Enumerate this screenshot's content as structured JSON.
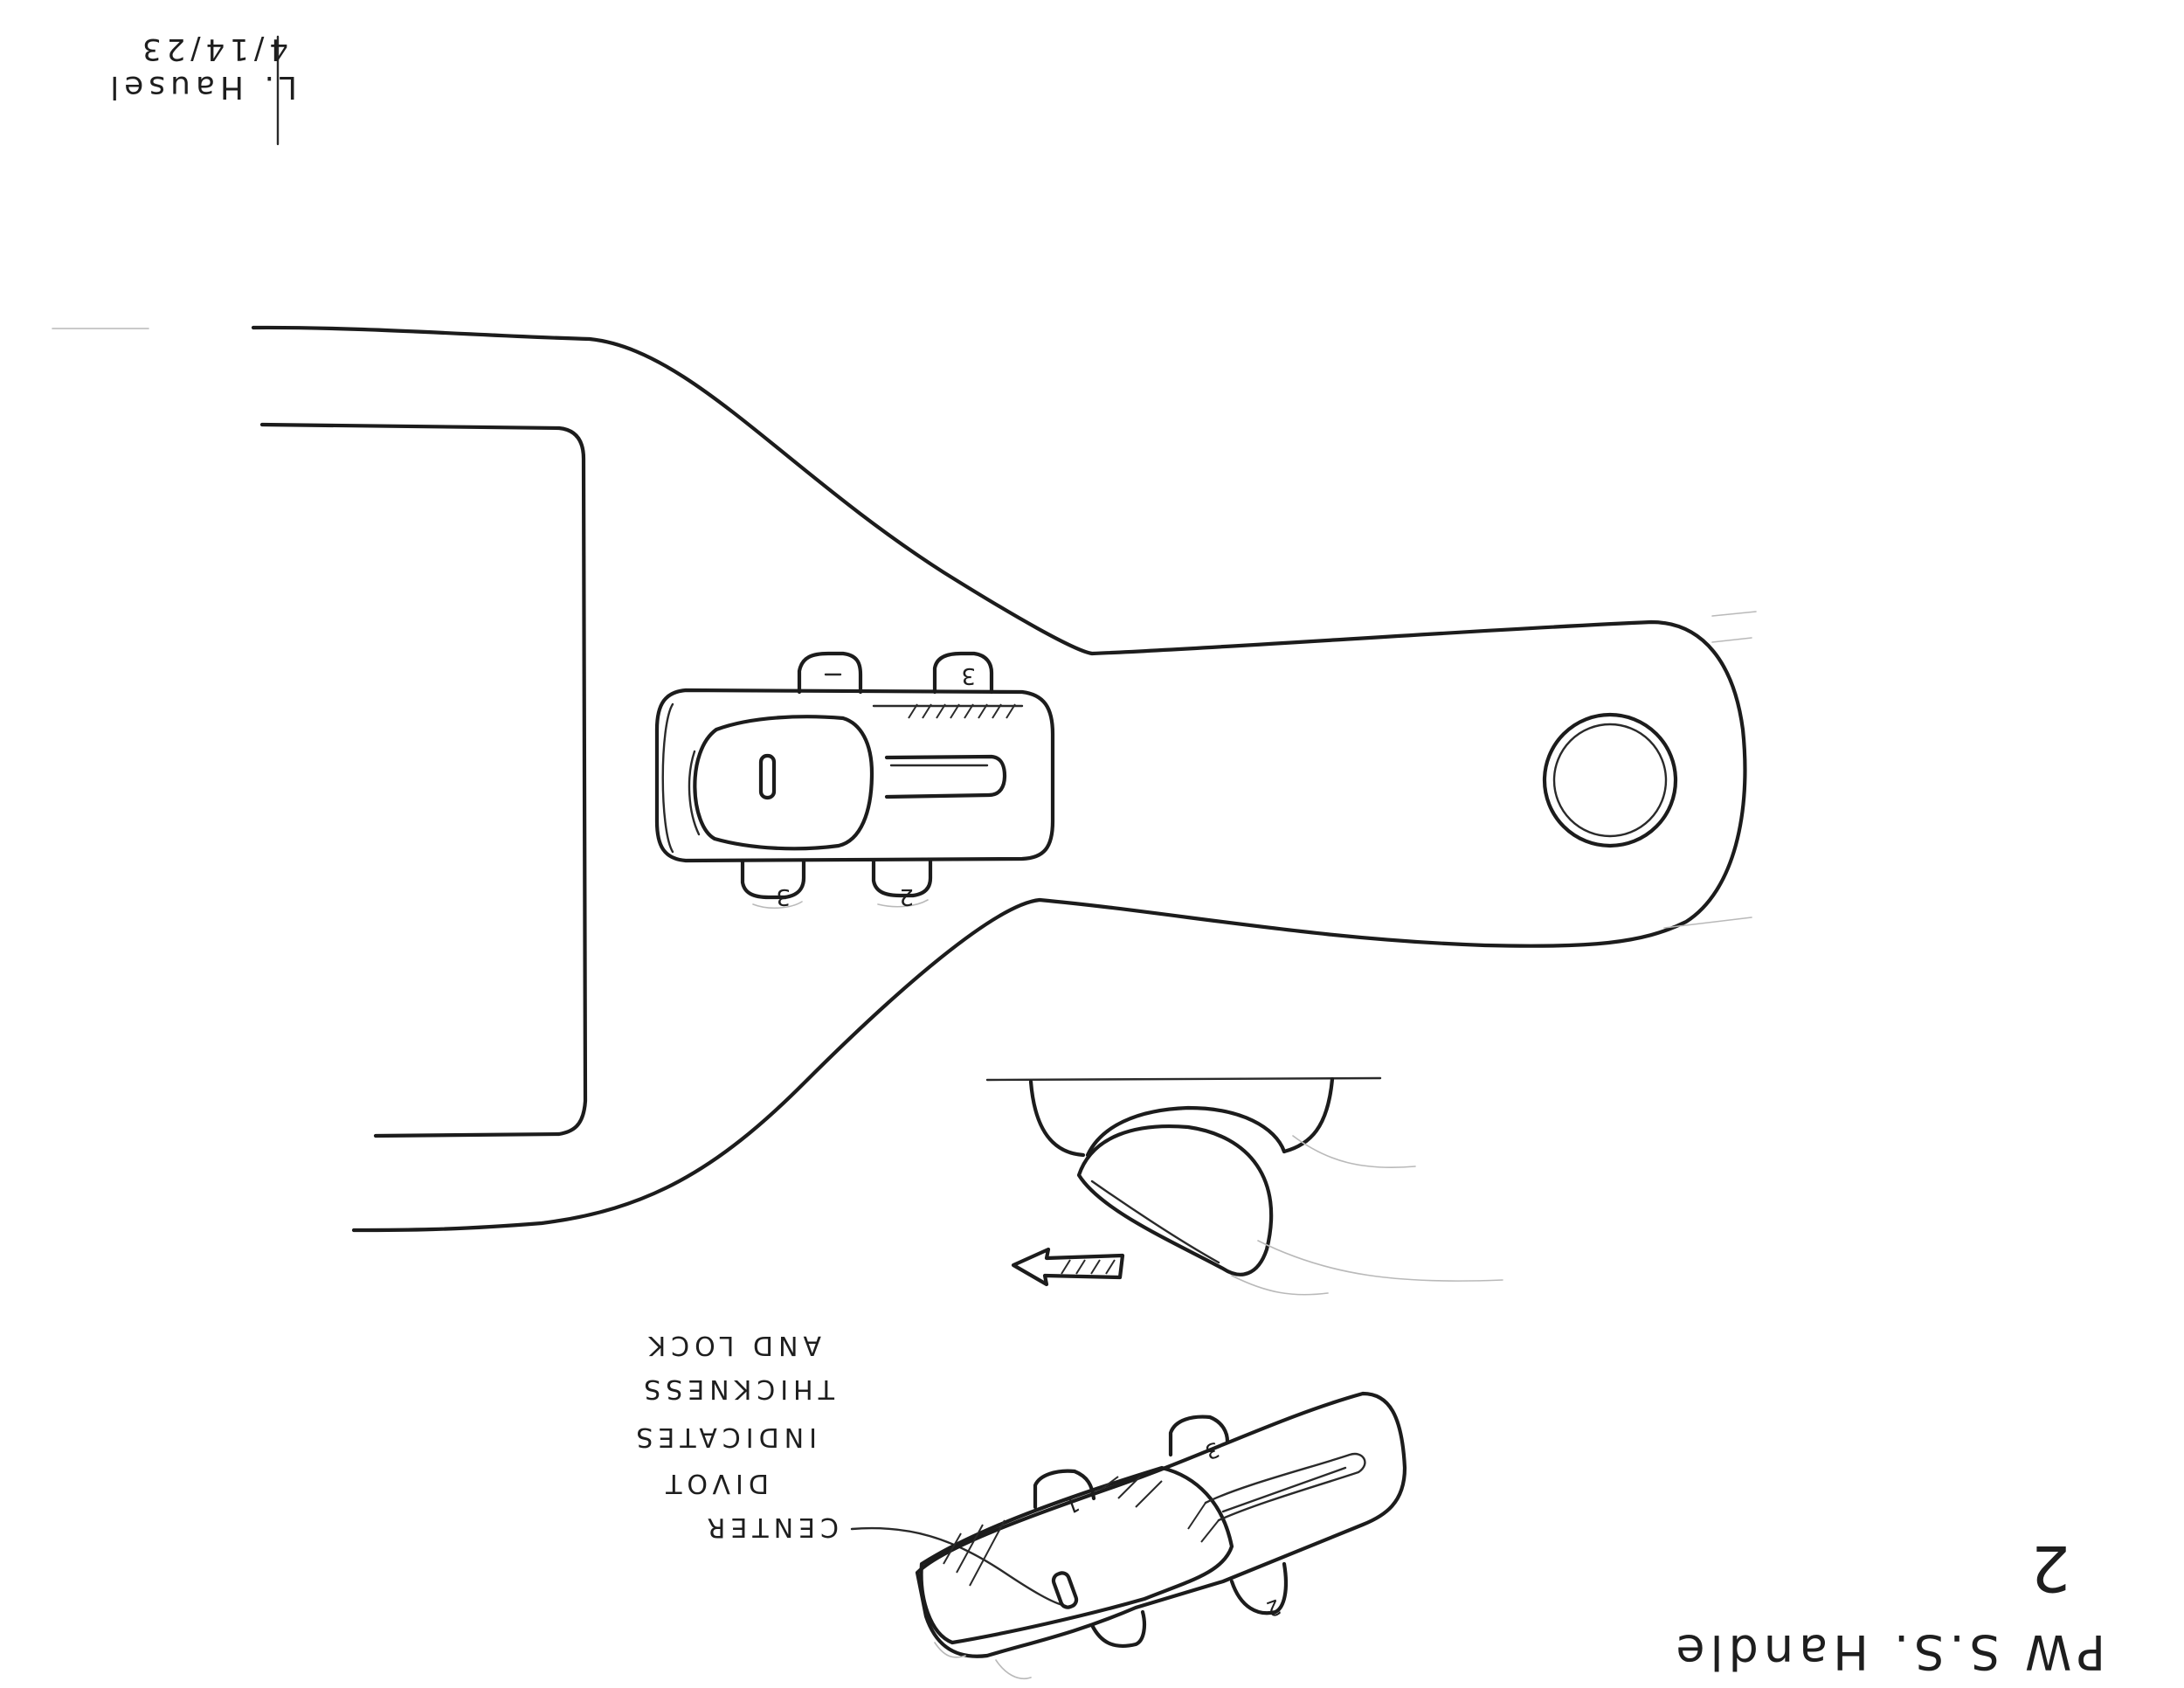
{
  "sketch": {
    "signature": {
      "name": "L. Hausel",
      "date": "4/14/23"
    },
    "part_title": "PW S.S. Handle",
    "sheet_number": "2",
    "slot_labels": [
      "1",
      "2",
      "3"
    ],
    "callout_lines": [
      "CENTER",
      "DIVOT",
      "INDICATES",
      "THICKNESS",
      "AND LOCK"
    ],
    "colors": {
      "ink": "#1c1c1c",
      "pencil": "#b9b9b9",
      "paper": "#ffffff"
    }
  }
}
